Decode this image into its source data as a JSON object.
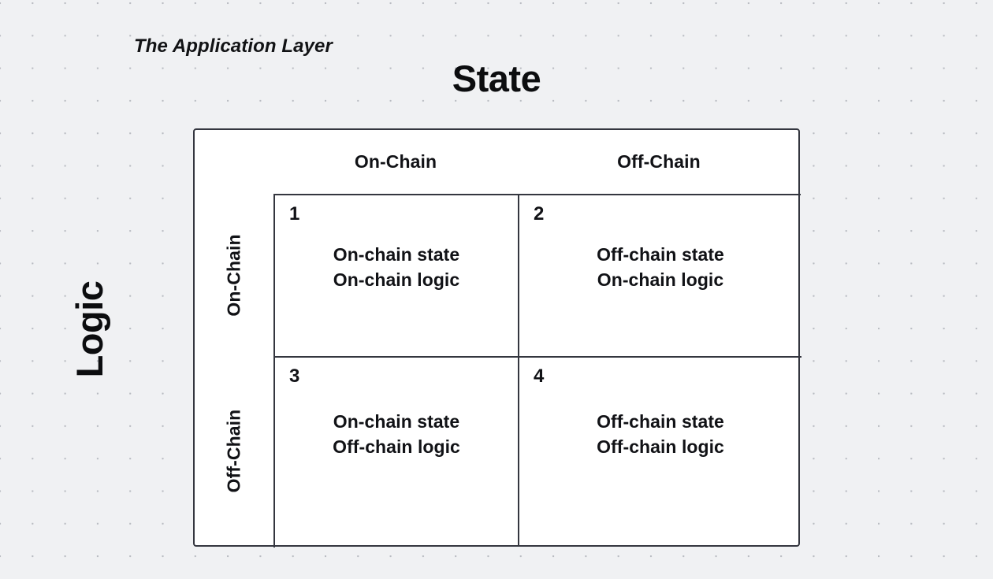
{
  "figure": {
    "caption": "The Application Layer",
    "axis_titles": {
      "columns": "State",
      "rows": "Logic"
    },
    "column_headers": [
      "On-Chain",
      "Off-Chain"
    ],
    "row_headers": [
      "On-Chain",
      "Off-Chain"
    ],
    "cells": [
      {
        "number": "1",
        "line1": "On-chain state",
        "line2": "On-chain logic"
      },
      {
        "number": "2",
        "line1": "Off-chain state",
        "line2": "On-chain logic"
      },
      {
        "number": "3",
        "line1": "On-chain state",
        "line2": "Off-chain logic"
      },
      {
        "number": "4",
        "line1": "Off-chain state",
        "line2": "Off-chain logic"
      }
    ]
  },
  "colors": {
    "background": "#f0f1f3",
    "dot_grid": "#b9bcc2",
    "panel": "#ffffff",
    "border": "#34363f",
    "text": "#111216"
  }
}
